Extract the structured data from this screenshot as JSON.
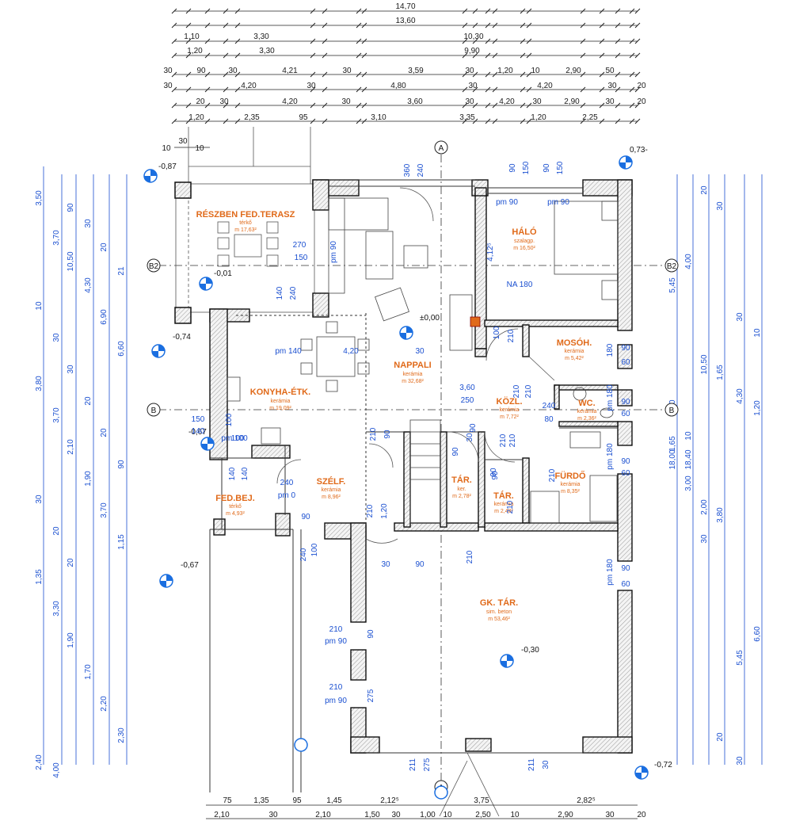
{
  "top_dimensions": {
    "row1": [
      "14,70"
    ],
    "row2": [
      "13,60"
    ],
    "row3": [
      "1,10",
      "3,30",
      "10,30"
    ],
    "row4": [
      "1,20",
      "3,30",
      "9,90"
    ],
    "row5": [
      "30",
      "90",
      "30",
      "4,21",
      "30",
      "3,59",
      "30",
      "1,20",
      "10",
      "2,90",
      "50"
    ],
    "row6": [
      "30",
      "4,20",
      "30",
      "4,80",
      "30",
      "4,20",
      "30",
      "20"
    ],
    "row7": [
      "20",
      "30",
      "4,20",
      "30",
      "3,60",
      "30",
      "4,20",
      "30",
      "2,90",
      "30",
      "20"
    ],
    "row8": [
      "1,20",
      "2,35",
      "95",
      "3,10",
      "3,35",
      "1,20",
      "2,25"
    ],
    "row9": [
      "10",
      "30",
      "10"
    ]
  },
  "left_dimensions": [
    "3,50",
    "3,70",
    "10,50",
    "4,30",
    "6,90",
    "6,60",
    "3,80",
    "3,70",
    "2,10",
    "1,90",
    "3,70",
    "1,15",
    "1,35",
    "3,30",
    "1,90",
    "1,70",
    "2,20",
    "2,30",
    "2,40",
    "4,00",
    "90",
    "30",
    "20",
    "21",
    "10",
    "30",
    "30",
    "20",
    "20",
    "90",
    "30",
    "20",
    "20"
  ],
  "right_dimensions": [
    "5,45",
    "4,00",
    "10,50",
    "1,65",
    "4,30",
    "1,20",
    "1,65",
    "3,00",
    "2,00",
    "3,80",
    "5,45",
    "6,60",
    "18,00",
    "18,40",
    "20",
    "30",
    "30",
    "10",
    "20",
    "10",
    "30",
    "20",
    "30"
  ],
  "bottom_dimensions": {
    "row1": [
      "75",
      "1,35",
      "95",
      "1,45",
      "2,12⁵",
      "3,75",
      "2,82⁵"
    ],
    "row2": [
      "2,10",
      "30",
      "2,10",
      "1,50",
      "30",
      "1,00",
      "10",
      "2,50",
      "10",
      "2,90",
      "30",
      "20"
    ]
  },
  "axes": {
    "a_top": "A",
    "a_bottom": "A",
    "b_left": "B",
    "b_right": "B",
    "b2_left": "B2",
    "b2_right": "B2"
  },
  "levels": {
    "terrace": "-0,01",
    "top_left": "-0,87",
    "top_right": "0,73-",
    "left_mid": "-0,74",
    "living": "±0,00",
    "entrance": "-0,67",
    "bottom_left": "-0,67",
    "garage": "-0,30",
    "bottom_right": "-0,72"
  },
  "rooms": [
    {
      "name": "RÉSZBEN FED.TERASZ",
      "material": "térkő",
      "area": "m 17,63²"
    },
    {
      "name": "HÁLÓ",
      "material": "szalagp.",
      "area": "m 16,50²"
    },
    {
      "name": "MOSÓH.",
      "material": "kerámia",
      "area": "m 5,42²"
    },
    {
      "name": "NAPPALI",
      "material": "kerámia",
      "area": "m 32,68²"
    },
    {
      "name": "KONYHA-ÉTK.",
      "material": "kerámia",
      "area": "m 19,09²"
    },
    {
      "name": "KÖZL.",
      "material": "kerámia",
      "area": "m 7,72²"
    },
    {
      "name": "WC.",
      "material": "kerámia",
      "area": "m 2,36²"
    },
    {
      "name": "FÜRDŐ",
      "material": "kerámia",
      "area": "m 8,35²"
    },
    {
      "name": "SZÉLF.",
      "material": "kerámia",
      "area": "m 8,96²"
    },
    {
      "name": "TÁR.",
      "material": "ker.",
      "area": "m 2,78²"
    },
    {
      "name": "TÁR.",
      "material": "kerámia",
      "area": "m 2,48²"
    },
    {
      "name": "FED.BEJ.",
      "material": "térkő",
      "area": "m 4,93²"
    },
    {
      "name": "GK. TÁR.",
      "material": "sim. beton",
      "area": "m 53,46²"
    }
  ],
  "openings": [
    "140",
    "240",
    "360",
    "240",
    "90",
    "150",
    "90",
    "150",
    "pm 90",
    "pm 90",
    "270",
    "150",
    "pm 90",
    "4,12⁵",
    "NA 180",
    "100",
    "210",
    "180",
    "90",
    "60",
    "90",
    "60",
    "90",
    "60",
    "90",
    "60",
    "pm 180",
    "pm 180",
    "pm 180",
    "pm 140",
    "4,20",
    "30",
    "3,60",
    "250",
    "240",
    "80",
    "210",
    "210",
    "210",
    "210",
    "90",
    "90",
    "150",
    "140",
    "100",
    "pm 100",
    "100",
    "210",
    "90",
    "140",
    "140",
    "240",
    "pm 0",
    "90",
    "240",
    "100",
    "210",
    "1,20",
    "30",
    "90",
    "210",
    "pm 90",
    "90",
    "210",
    "pm 90",
    "275",
    "211",
    "275",
    "211",
    "30",
    "210",
    "30",
    "90",
    "210",
    "90",
    "210"
  ]
}
